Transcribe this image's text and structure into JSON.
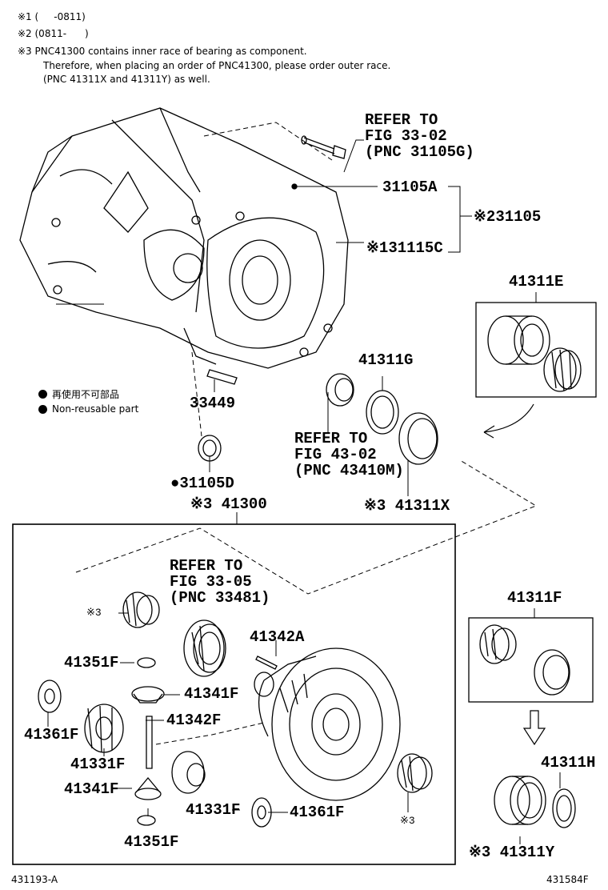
{
  "notes": {
    "n1": "※1 (     -0811)",
    "n2": "※2 (0811-      )",
    "n3": "※3 PNC41300 contains inner race of bearing as component.",
    "n4": "Therefore, when placing an order of PNC41300, please order outer race.",
    "n5": "(PNC 41311X and 41311Y) as well."
  },
  "refs": {
    "r1": [
      "REFER TO",
      "FIG 33-02",
      "(PNC 31105G)"
    ],
    "r2": [
      "REFER TO",
      "FIG 43-02",
      "(PNC 43410M)"
    ],
    "r3": [
      "REFER TO",
      "FIG 33-05",
      "(PNC 33481)"
    ]
  },
  "labels": {
    "p31105A": "31105A",
    "p31105": "※231105",
    "p31115C": "※131115C",
    "p41311E": "41311E",
    "p41311G": "41311G",
    "p33449": "33449",
    "p31105D": "●31105D",
    "p41300": "※3 41300",
    "p41311X": "※3 41311X",
    "p41311F": "41311F",
    "p41342A": "41342A",
    "p41351F_a": "41351F",
    "p41341F_a": "41341F",
    "p41361F_a": "41361F",
    "p41342F": "41342F",
    "p41331F_a": "41331F",
    "p41341F_b": "41341F",
    "p41331F_b": "41331F",
    "p41361F_b": "41361F",
    "p41351F_b": "41351F",
    "p41311H": "41311H",
    "p41311Y": "※3 41311Y",
    "mark3a": "※3",
    "mark3b": "※3"
  },
  "legend": {
    "jp": "再使用不可部品",
    "en": "Non-reusable part"
  },
  "footer": {
    "left": "431193-A",
    "right": "431584F"
  }
}
